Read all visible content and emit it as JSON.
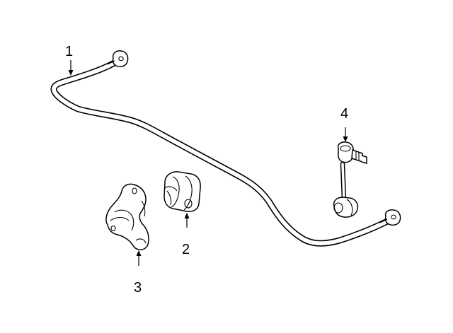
{
  "diagram": {
    "callouts": [
      {
        "id": "1"
      },
      {
        "id": "2"
      },
      {
        "id": "3"
      },
      {
        "id": "4"
      }
    ]
  }
}
